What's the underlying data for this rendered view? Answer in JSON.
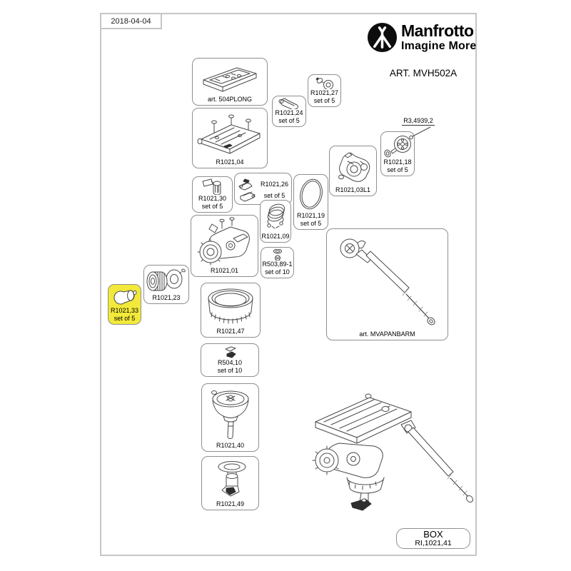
{
  "document": {
    "date": "2018-04-04"
  },
  "brand": {
    "name": "Manfrotto",
    "tagline": "Imagine More",
    "article": "ART. MVH502A"
  },
  "highlight_color": "#f2e93a",
  "callout": {
    "label": "R3,4939,2"
  },
  "parts": {
    "plong": {
      "label": "art. 504PLONG"
    },
    "r1021_24": {
      "label": "R1021,24",
      "qty": "set of 5"
    },
    "r1021_27": {
      "label": "R1021,27",
      "qty": "set of 5"
    },
    "r1021_04": {
      "label": "R1021,04"
    },
    "r1021_18": {
      "label": "R1021,18",
      "qty": "set of 5"
    },
    "r1021_03l1": {
      "label": "R1021,03L1"
    },
    "r1021_30": {
      "label": "R1021,30",
      "qty": "set of 5"
    },
    "r1021_26": {
      "label": "R1021,26",
      "qty": "set of 5"
    },
    "r1021_19": {
      "label": "R1021,19",
      "qty": "set of 5"
    },
    "r1021_09": {
      "label": "R1021,09"
    },
    "r1021_01": {
      "label": "R1021,01"
    },
    "r503_89_1": {
      "label": "R503,89-1",
      "qty": "set of 10"
    },
    "r1021_23": {
      "label": "R1021,23"
    },
    "r1021_33": {
      "label": "R1021,33",
      "qty": "set of 5",
      "highlighted": true
    },
    "r1021_47": {
      "label": "R1021,47"
    },
    "r504_10": {
      "label": "R504,10",
      "qty": "set of 10"
    },
    "r1021_40": {
      "label": "R1021,40"
    },
    "r1021_49": {
      "label": "R1021,49"
    },
    "mvapanbarm": {
      "label": "art. MVAPANBARM"
    }
  },
  "box_label": {
    "title": "BOX",
    "code": "RI,1021,41"
  }
}
